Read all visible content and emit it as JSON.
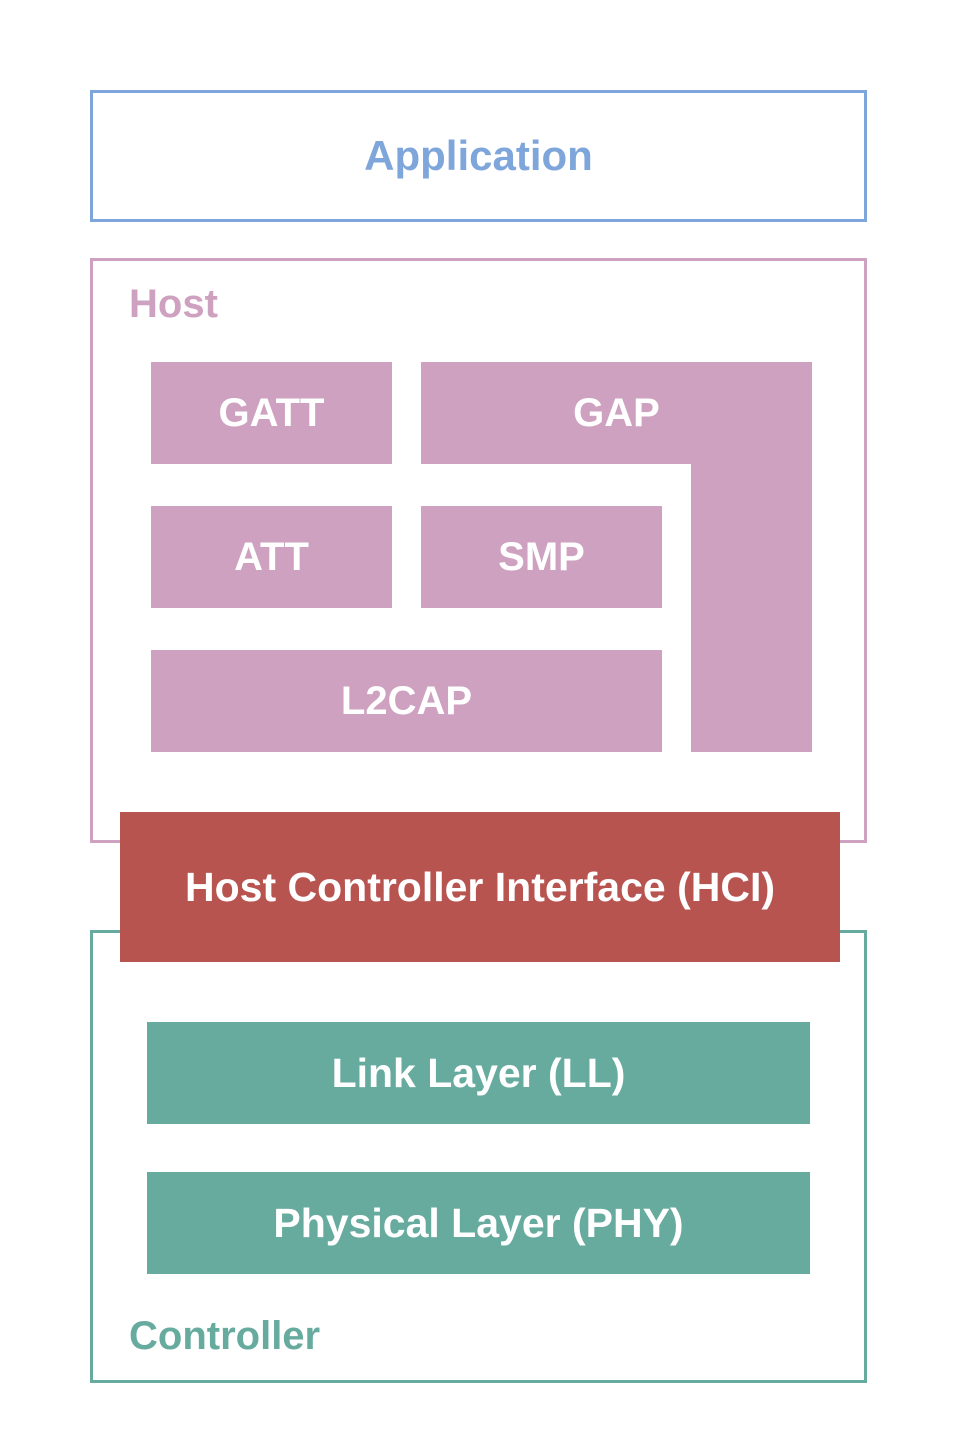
{
  "application": {
    "label": "Application",
    "color": "#7fa6db"
  },
  "host": {
    "label": "Host",
    "color": "#cda1bf",
    "blocks": {
      "gatt": "GATT",
      "gap": "GAP",
      "att": "ATT",
      "smp": "SMP",
      "l2cap": "L2CAP"
    }
  },
  "hci": {
    "label": "Host Controller Interface (HCI)",
    "color": "#b85450"
  },
  "controller": {
    "label": "Controller",
    "color": "#67ab9f",
    "blocks": {
      "link_layer": "Link Layer (LL)",
      "physical_layer": "Physical Layer (PHY)"
    }
  }
}
